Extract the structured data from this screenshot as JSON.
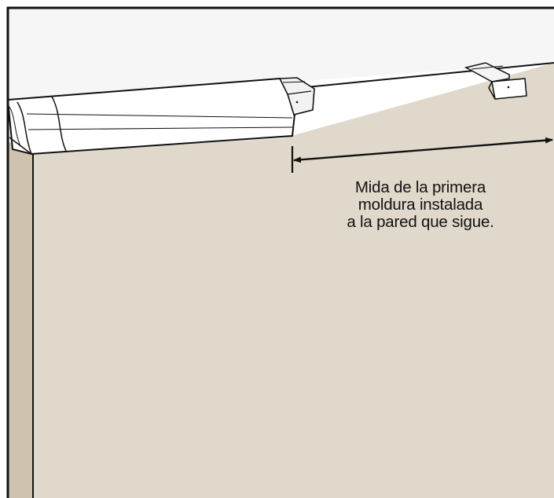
{
  "caption": {
    "line1": "Mida de la primera",
    "line2": "moldura instalada",
    "line3": "a la pared que sigue."
  },
  "colors": {
    "wall": "#e0d8cb",
    "side_wall": "#cfc3af",
    "ceiling": "#f6f6f6",
    "molding": "#ffffff",
    "outline": "#111111"
  },
  "icons": {
    "molding": "installed-crown-molding",
    "clip": "mounting-clip",
    "arrow": "double-headed-measurement-arrow"
  }
}
